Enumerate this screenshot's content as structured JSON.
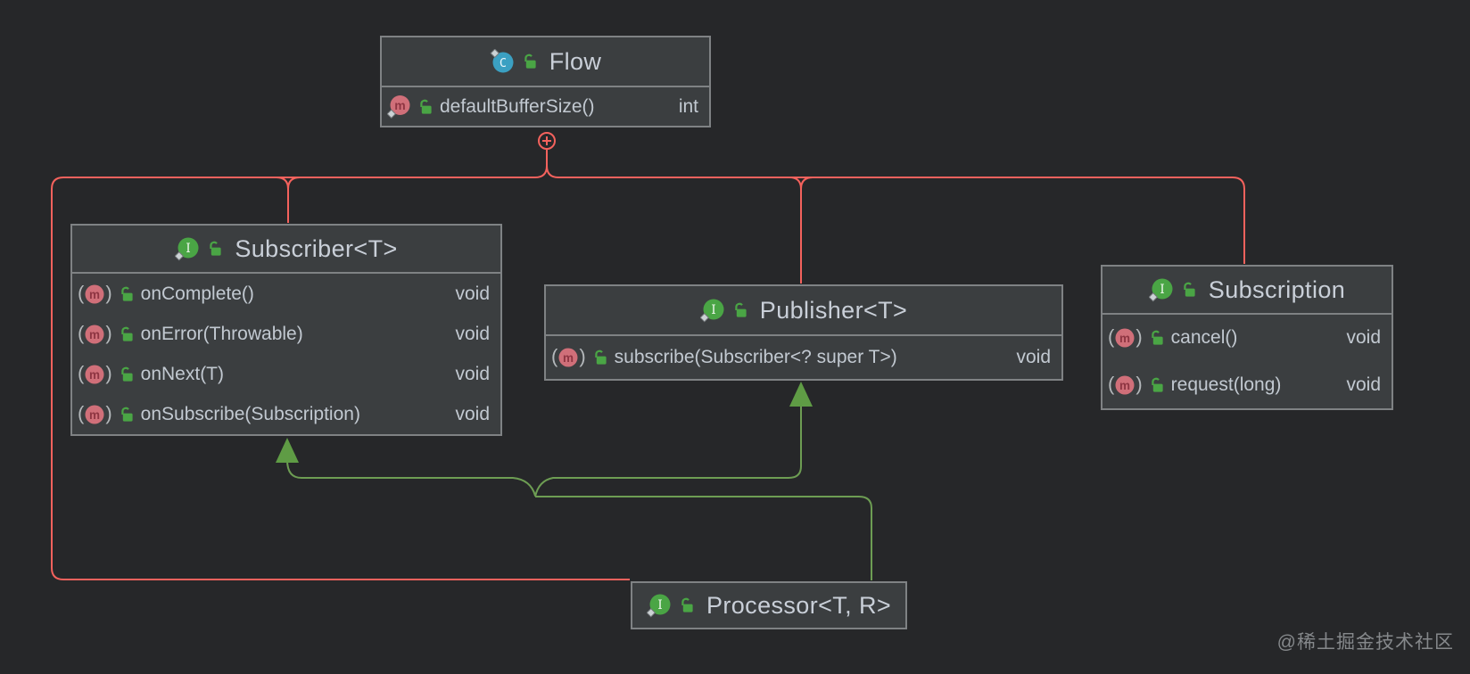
{
  "diagram": {
    "watermark": "@稀土掘金技术社区",
    "icon_letters": {
      "class": "C",
      "interface": "I",
      "method": "m"
    },
    "glyphs": {
      "paren_open": "(",
      "paren_close": ")"
    },
    "colors": {
      "background": "#262729",
      "node_fill": "#3b3e40",
      "node_border": "#7f8284",
      "title_text": "#c9cfd8",
      "member_text": "#c2c9d1",
      "red_edge": "#f4625d",
      "green_edge": "#6d9d53",
      "green_arrow": "#5f9c45",
      "class_icon": "#3ba0c2",
      "interface_icon": "#4aa545",
      "method_icon": "#d06f79",
      "method_letter": "#8e3542",
      "lock_icon": "#4aa545",
      "paren": "#b4b8bb",
      "diamond": "#ccd2d5",
      "watermark_text": "#85888b"
    },
    "nodes": [
      {
        "id": "flow",
        "kind": "class",
        "title": "Flow",
        "members": [
          {
            "name": "defaultBufferSize()",
            "type": "int"
          }
        ]
      },
      {
        "id": "subscriber",
        "kind": "interface",
        "title": "Subscriber<T>",
        "members": [
          {
            "name": "onComplete()",
            "type": "void"
          },
          {
            "name": "onError(Throwable)",
            "type": "void"
          },
          {
            "name": "onNext(T)",
            "type": "void"
          },
          {
            "name": "onSubscribe(Subscription)",
            "type": "void"
          }
        ]
      },
      {
        "id": "publisher",
        "kind": "interface",
        "title": "Publisher<T>",
        "members": [
          {
            "name": "subscribe(Subscriber<? super T>)",
            "type": "void"
          }
        ]
      },
      {
        "id": "subscription",
        "kind": "interface",
        "title": "Subscription",
        "members": [
          {
            "name": "cancel()",
            "type": "void"
          },
          {
            "name": "request(long)",
            "type": "void"
          }
        ]
      },
      {
        "id": "processor",
        "kind": "interface",
        "title": "Processor<T, R>",
        "members": []
      }
    ]
  }
}
